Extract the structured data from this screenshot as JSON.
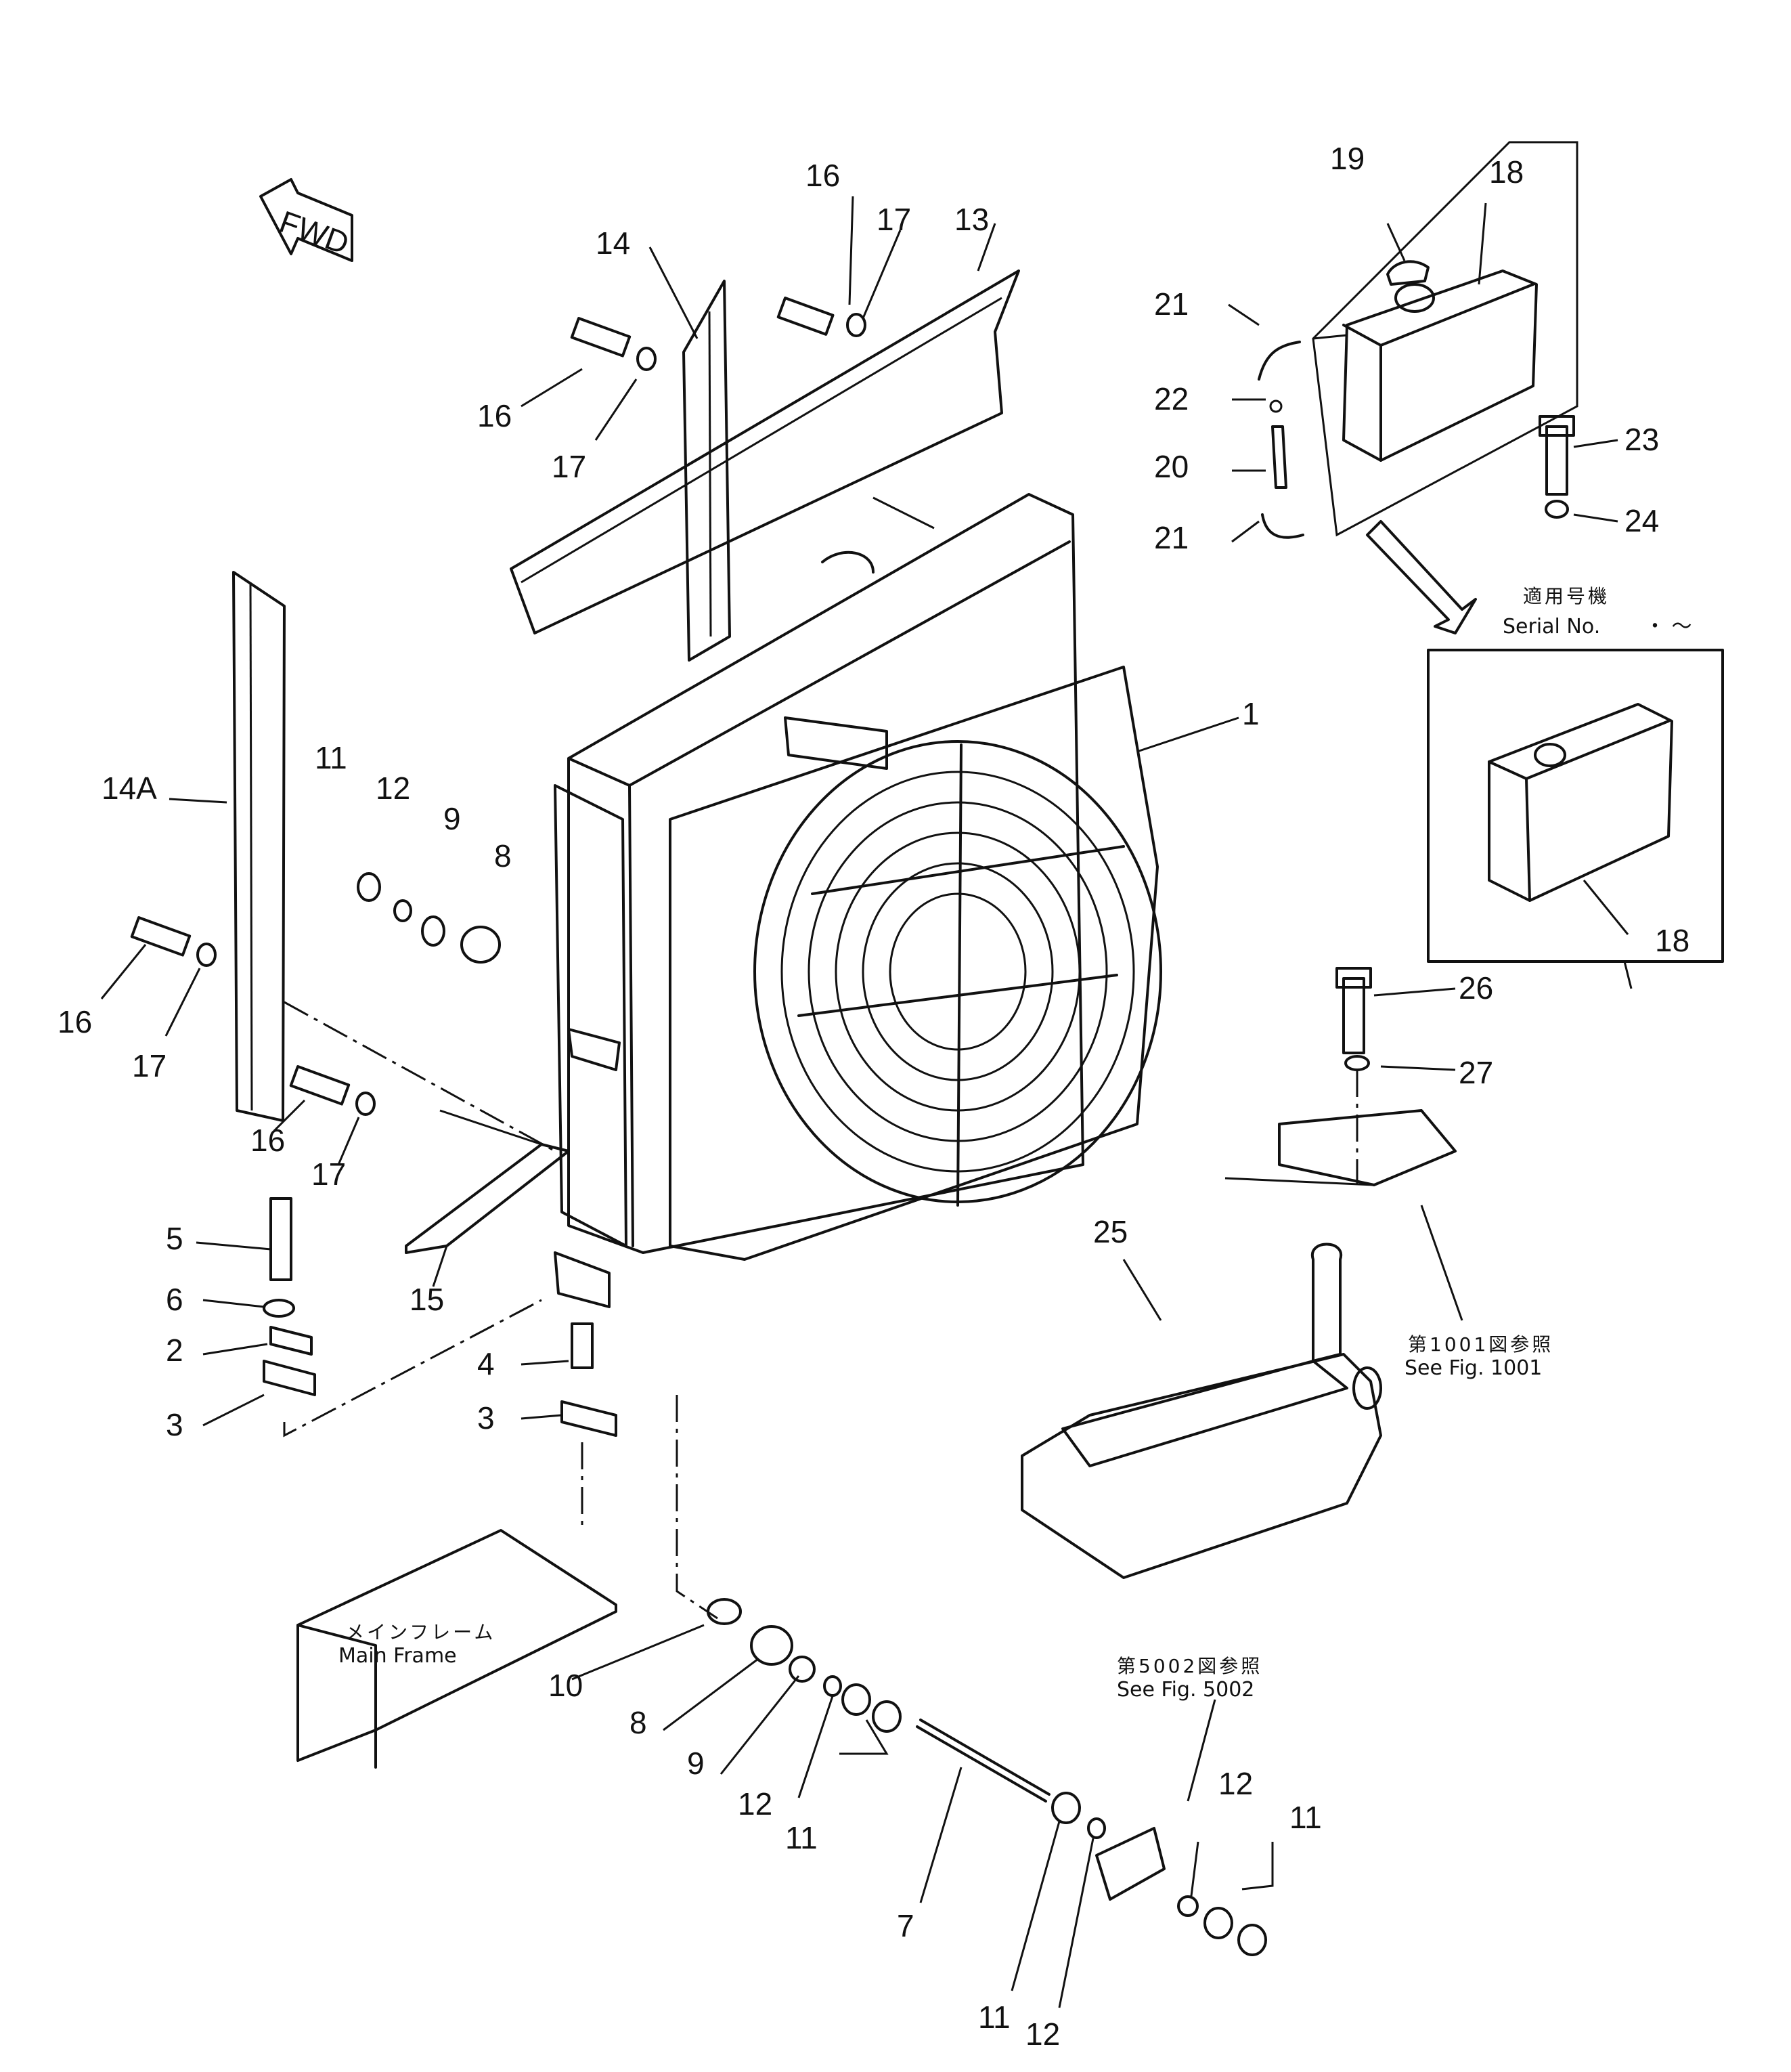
{
  "fwd_label": "FWD",
  "notes": {
    "serial_jp": "適用号機",
    "serial_en": "Serial No.",
    "serial_range": "・  ～",
    "fig1001_jp": "第1001図参照",
    "fig1001_en": "See  Fig.  1001",
    "fig5002_jp": "第5002図参照",
    "fig5002_en": "See  Fig.  5002",
    "mainframe_jp": "メインフレーム",
    "mainframe_en": "Main  Frame"
  },
  "callouts": [
    {
      "id": "c1",
      "label": "1"
    },
    {
      "id": "c2",
      "label": "2"
    },
    {
      "id": "c3a",
      "label": "3"
    },
    {
      "id": "c3b",
      "label": "3"
    },
    {
      "id": "c4",
      "label": "4"
    },
    {
      "id": "c5",
      "label": "5"
    },
    {
      "id": "c6",
      "label": "6"
    },
    {
      "id": "c7",
      "label": "7"
    },
    {
      "id": "c8a",
      "label": "8"
    },
    {
      "id": "c8b",
      "label": "8"
    },
    {
      "id": "c9a",
      "label": "9"
    },
    {
      "id": "c9b",
      "label": "9"
    },
    {
      "id": "c10",
      "label": "10"
    },
    {
      "id": "c11a",
      "label": "11"
    },
    {
      "id": "c11b",
      "label": "11"
    },
    {
      "id": "c11c",
      "label": "11"
    },
    {
      "id": "c11d",
      "label": "11"
    },
    {
      "id": "c12a",
      "label": "12"
    },
    {
      "id": "c12b",
      "label": "12"
    },
    {
      "id": "c12c",
      "label": "12"
    },
    {
      "id": "c12d",
      "label": "12"
    },
    {
      "id": "c13",
      "label": "13"
    },
    {
      "id": "c14",
      "label": "14"
    },
    {
      "id": "c14a",
      "label": "14A"
    },
    {
      "id": "c15",
      "label": "15"
    },
    {
      "id": "c16a",
      "label": "16"
    },
    {
      "id": "c16b",
      "label": "16"
    },
    {
      "id": "c16c",
      "label": "16"
    },
    {
      "id": "c16d",
      "label": "16"
    },
    {
      "id": "c17a",
      "label": "17"
    },
    {
      "id": "c17b",
      "label": "17"
    },
    {
      "id": "c17c",
      "label": "17"
    },
    {
      "id": "c17d",
      "label": "17"
    },
    {
      "id": "c18a",
      "label": "18"
    },
    {
      "id": "c18b",
      "label": "18"
    },
    {
      "id": "c19",
      "label": "19"
    },
    {
      "id": "c20",
      "label": "20"
    },
    {
      "id": "c21a",
      "label": "21"
    },
    {
      "id": "c21b",
      "label": "21"
    },
    {
      "id": "c22",
      "label": "22"
    },
    {
      "id": "c23",
      "label": "23"
    },
    {
      "id": "c24",
      "label": "24"
    },
    {
      "id": "c25",
      "label": "25"
    },
    {
      "id": "c26",
      "label": "26"
    },
    {
      "id": "c27",
      "label": "27"
    }
  ]
}
